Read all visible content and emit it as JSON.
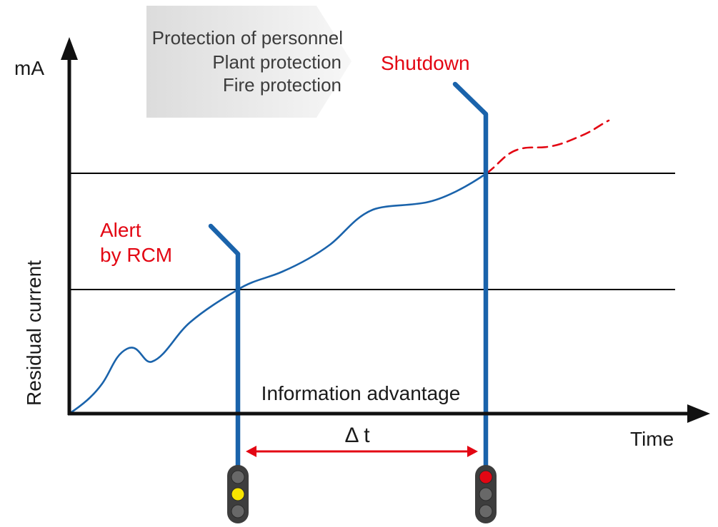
{
  "diagram": {
    "y_axis_unit": "mA",
    "y_axis_label": "Residual current",
    "x_axis_label": "Time",
    "banner_lines": [
      "Protection of personnel",
      "Plant protection",
      "Fire protection"
    ],
    "shutdown_label": "Shutdown",
    "alert_line1": "Alert",
    "alert_line2": "by RCM",
    "info_label": "Information advantage",
    "delta_label": "Δ t",
    "traffic_lights": {
      "alert_state": "yellow",
      "shutdown_state": "red"
    },
    "colors": {
      "curve_blue": "#1a63ab",
      "signal_red": "#e30613",
      "axis_black": "#111111",
      "threshold_black": "#000000",
      "traffic_yellow": "#f7e400",
      "traffic_gray": "#686868",
      "traffic_case": "#3d3d3d",
      "banner_text": "#3c3c3c"
    }
  }
}
